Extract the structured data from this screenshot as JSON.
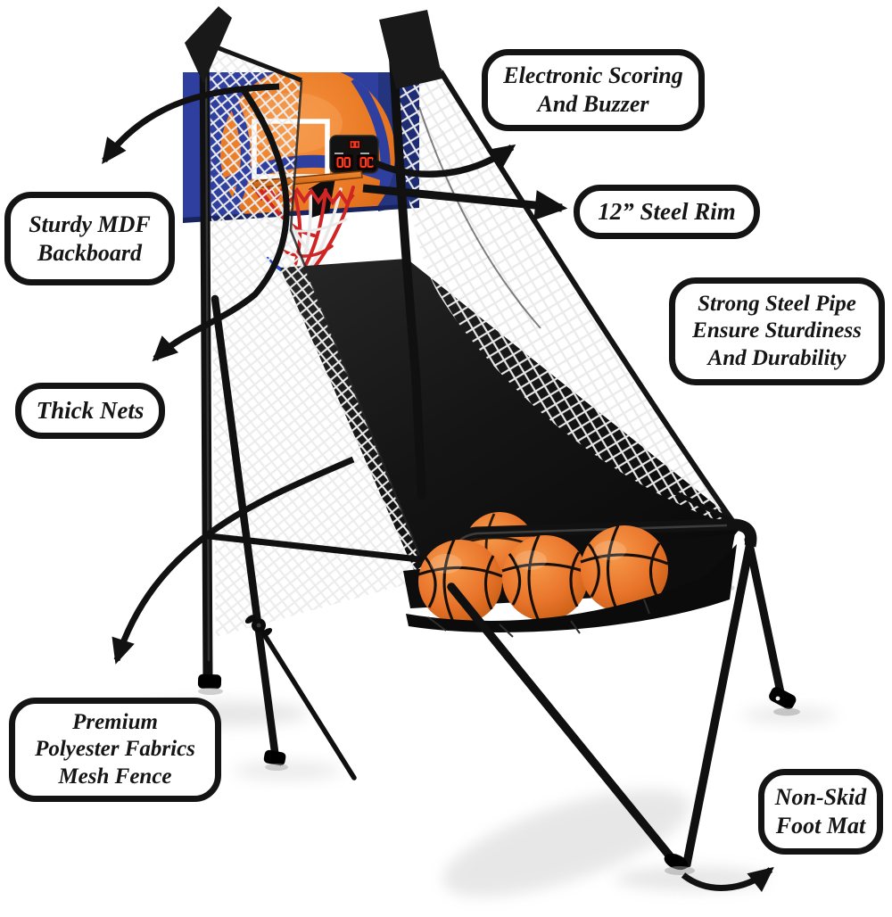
{
  "page": {
    "background": "#ffffff"
  },
  "callouts": {
    "electronic_scoring": {
      "lines": [
        "Electronic Scoring",
        "And Buzzer"
      ],
      "points_to": "scoreboard"
    },
    "steel_rim": {
      "lines": [
        "12” Steel Rim"
      ],
      "points_to": "rim"
    },
    "strong_steel_pipe": {
      "lines": [
        "Strong Steel Pipe",
        "Ensure Sturdiness",
        "And Durability"
      ],
      "points_to": null
    },
    "sturdy_mdf": {
      "lines": [
        "Sturdy MDF",
        "Backboard"
      ],
      "points_to": "backboard"
    },
    "thick_nets": {
      "lines": [
        "Thick Nets"
      ],
      "points_to": "side-net"
    },
    "premium_polyester": {
      "lines": [
        "Premium",
        "Polyester Fabrics",
        "Mesh Fence"
      ],
      "points_to": "mesh-lane"
    },
    "non_skid": {
      "lines": [
        "Non-Skid",
        "Foot Mat"
      ],
      "points_to": "foot-mat"
    }
  },
  "colors": {
    "frame_black": "#111111",
    "backboard_blue": "#2e3f9f",
    "backboard_edge_blue": "#1e2c74",
    "basketball_orange": "#e8742a",
    "rim_orange": "#e8742a",
    "net_red": "#cf2525",
    "net_white": "#e9e9e9",
    "net_bottom_blue": "#2a4fd0",
    "side_mesh": "#ededed",
    "led_red": "#ff3b1f",
    "callout_border": "#141414",
    "background": "#ffffff"
  }
}
